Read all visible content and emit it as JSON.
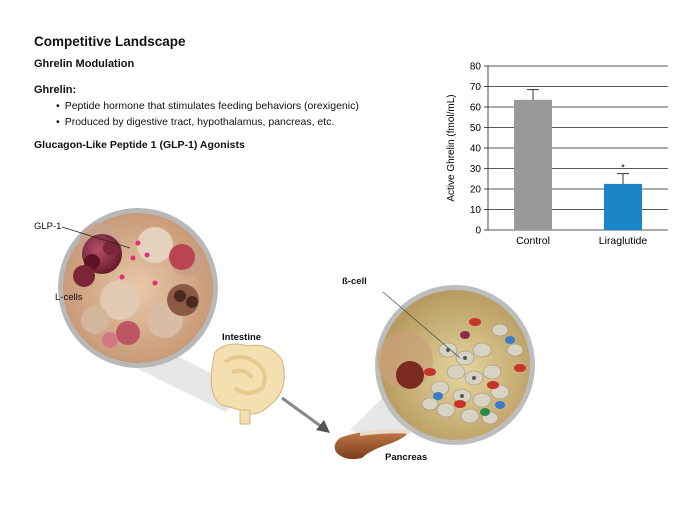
{
  "heading": {
    "title": "Competitive Landscape",
    "section": "Ghrelin Modulation"
  },
  "ghrelin": {
    "label": "Ghrelin:",
    "bullets": [
      "Peptide hormone that stimulates feeding behaviors (orexigenic)",
      "Produced by digestive tract, hypothalamus, pancreas, etc."
    ]
  },
  "glp1_heading": "Glucagon-Like Peptide 1 (GLP-1) Agonists",
  "illustration": {
    "glp1_label": "GLP-1",
    "lcells_label": "L-cells",
    "intestine_label": "Intestine",
    "bcell_label": "ß-cell",
    "pancreas_label": "Pancreas"
  },
  "chart_data": {
    "type": "bar",
    "categories": [
      "Control",
      "Liraglutide"
    ],
    "values": [
      63.5,
      22.5
    ],
    "errors": [
      5,
      5
    ],
    "significance": [
      "",
      "*"
    ],
    "ylabel": "Active Ghrelin (fmol/mL)",
    "ylim": [
      0,
      80
    ],
    "yticks": [
      0,
      10,
      20,
      30,
      40,
      50,
      60,
      70,
      80
    ],
    "grid": true,
    "colors": [
      "#999999",
      "#1a86c8"
    ]
  }
}
